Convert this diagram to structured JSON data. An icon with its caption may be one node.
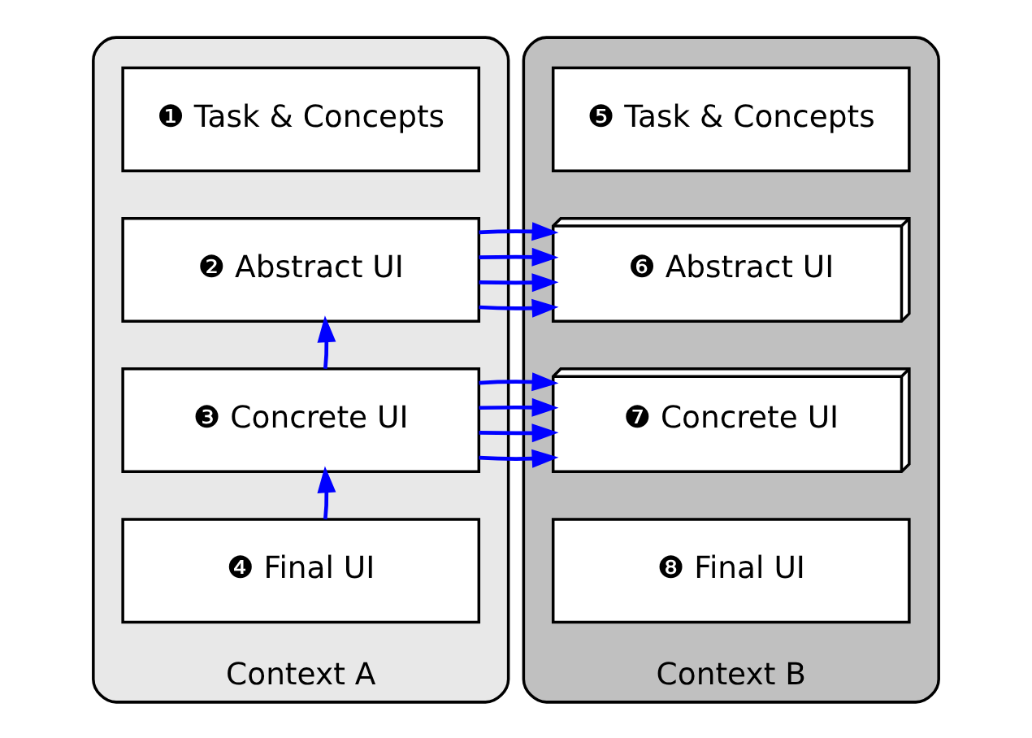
{
  "diagram": {
    "nodes": [
      {
        "text": [
          "Context A"
        ]
      },
      {
        "text": [
          "❶ Task & Concepts"
        ],
        "in": 0
      },
      {
        "text": [
          "❷ Abstract UI"
        ],
        "in": 0
      },
      {
        "text": [
          "❸ Concrete UI"
        ],
        "in": 0
      },
      {
        "text": [
          "❹ Final UI"
        ],
        "in": 0
      },
      {
        "text": [
          "Context B"
        ]
      },
      {
        "text": [
          "❺ Task & Concepts"
        ],
        "in": 5
      },
      {
        "text": [
          "❻ Abstract UI"
        ],
        "in": 5
      },
      {
        "text": [
          "❼ Concrete UI"
        ],
        "in": 5
      },
      {
        "text": [
          "❽ Final UI"
        ],
        "in": 5
      }
    ],
    "edges": [
      {
        "from": 3,
        "to": 2,
        "arrow": "to"
      },
      {
        "from": 4,
        "to": 3,
        "arrow": "to"
      },
      {
        "from": 2,
        "to": 7,
        "arrow": "to"
      },
      {
        "from": 2,
        "to": 7,
        "arrow": "to"
      },
      {
        "from": 2,
        "to": 7,
        "arrow": "to"
      },
      {
        "from": 2,
        "to": 7,
        "arrow": "to"
      },
      {
        "from": 3,
        "to": 8,
        "arrow": "to"
      },
      {
        "from": 3,
        "to": 8,
        "arrow": "to"
      },
      {
        "from": 3,
        "to": 8,
        "arrow": "to"
      },
      {
        "from": 3,
        "to": 8,
        "arrow": "to"
      }
    ]
  }
}
